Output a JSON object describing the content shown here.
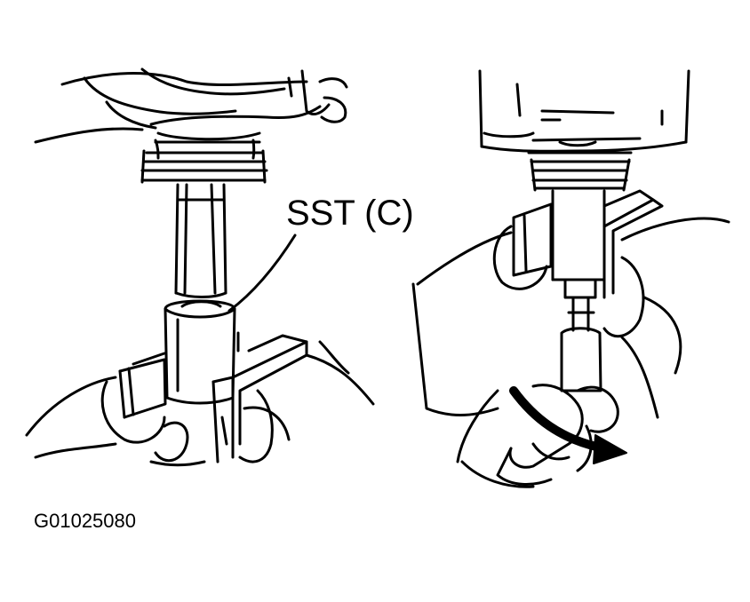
{
  "diagram": {
    "callout_label": "SST (C)",
    "figure_code": "G01025080",
    "colors": {
      "ink": "#000000",
      "paper": "#ffffff"
    },
    "panels": [
      {
        "name": "left-panel",
        "depicts": "hand holding filter housing with SST (C) socket in vise"
      },
      {
        "name": "right-panel",
        "depicts": "hand turning SST on filter drain plug, rotation arrow"
      }
    ],
    "icons": [
      "rotation-arrow-icon"
    ]
  }
}
